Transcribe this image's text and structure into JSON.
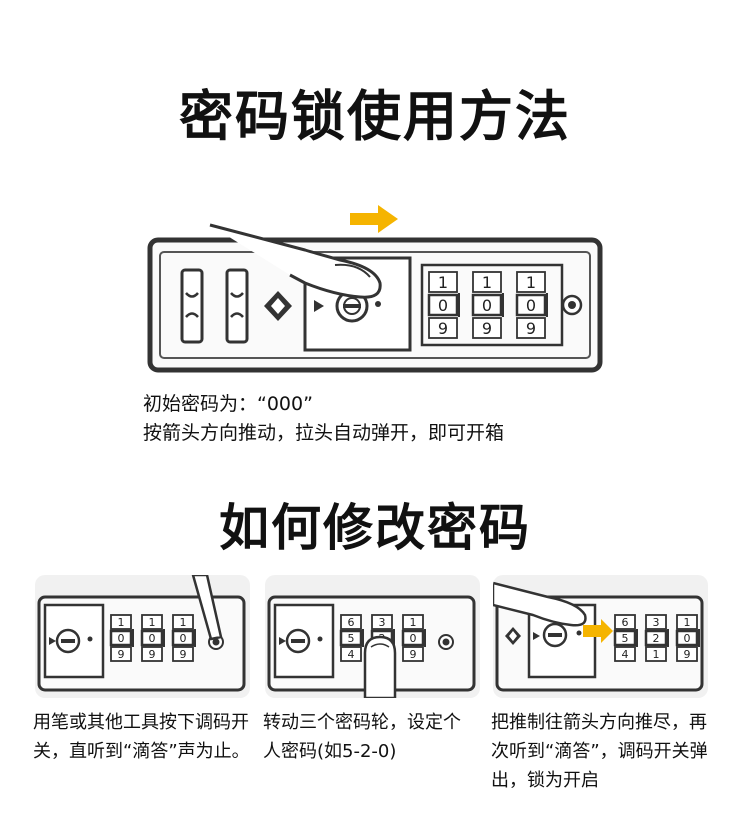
{
  "title": "密码锁使用方法",
  "usage": {
    "line1": "初始密码为：“000”",
    "line2": "按箭头方向推动，拉头自动弹开，即可开箱"
  },
  "dials_initial": [
    [
      "1",
      "0",
      "9"
    ],
    [
      "1",
      "0",
      "9"
    ],
    [
      "1",
      "0",
      "9"
    ]
  ],
  "section2_title": "如何修改密码",
  "steps": [
    {
      "text": "用笔或其他工具按下调码开关，直听到“滴答”声为止。",
      "dials": [
        [
          "1",
          "0",
          "9"
        ],
        [
          "1",
          "0",
          "9"
        ],
        [
          "1",
          "0",
          "9"
        ]
      ]
    },
    {
      "text": "转动三个密码轮，设定个人密码(如5-2-0)",
      "dials": [
        [
          "6",
          "5",
          "4"
        ],
        [
          "3",
          "2",
          "1"
        ],
        [
          "1",
          "0",
          "9"
        ]
      ]
    },
    {
      "text": "把推制往箭头方向推尽，再次听到“滴答”，调码开关弹出，锁为开启",
      "dials": [
        [
          "6",
          "5",
          "4"
        ],
        [
          "3",
          "2",
          "1"
        ],
        [
          "1",
          "0",
          "9"
        ]
      ]
    }
  ],
  "colors": {
    "arrow": "#f5b400",
    "stroke": "#333333"
  }
}
